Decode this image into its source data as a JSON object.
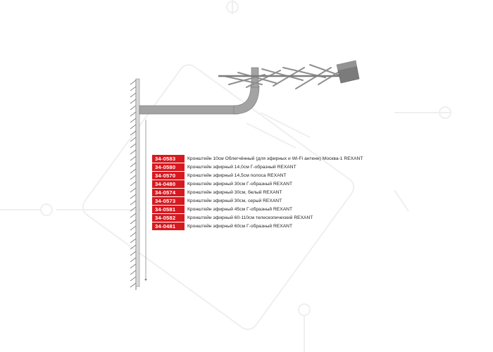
{
  "colors": {
    "accent": "#d71920",
    "watermark": "#f1f1f1",
    "metal": "#9a9a9a",
    "metal_dark": "#6f6f6f",
    "wall_hatch": "#7a7a7a"
  },
  "watermark": {
    "description_icon": "pattern-icon"
  },
  "products": [
    {
      "code": "34-0583",
      "description": "Кронштейн 10см Облегчённый (для эфирных и Wi-Fi антенн) Москва-1 REXANT"
    },
    {
      "code": "34-0580",
      "description": "Кронштейн эфирный 14,0см Г-образный REXANT"
    },
    {
      "code": "34-0570",
      "description": "Кронштейн эфирный 14,5см полоса  REXANT"
    },
    {
      "code": "34-0480",
      "description": "Кронштейн эфирный 30см Г-образный REXANT"
    },
    {
      "code": "34-0574",
      "description": "Кронштейн эфирный 30см, белый  REXANT"
    },
    {
      "code": "34-0573",
      "description": "Кронштейн эфирный 30см, серый  REXANT"
    },
    {
      "code": "34-0581",
      "description": "Кронштейн эфирный 45см Г-образный REXANT"
    },
    {
      "code": "34-0582",
      "description": "Кронштейн эфирный 60-110см телескопический REXANT"
    },
    {
      "code": "34-0481",
      "description": "Кронштейн эфирный 60см Г-образный REXANT"
    }
  ]
}
